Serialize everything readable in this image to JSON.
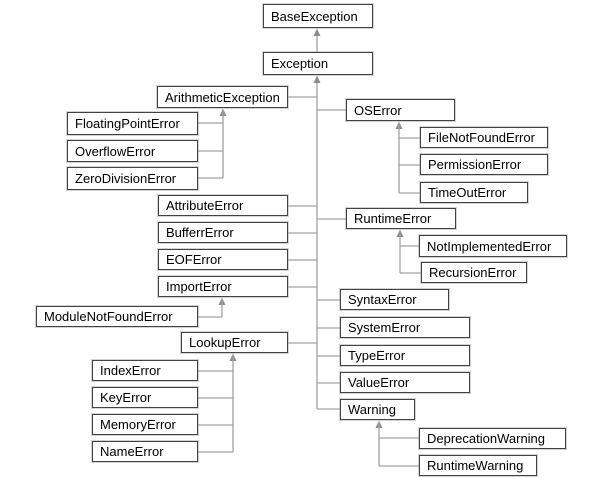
{
  "diagram": {
    "type": "hierarchy",
    "root_label": "BaseException",
    "nodes": [
      {
        "label": "BaseException",
        "parent": null
      },
      {
        "label": "Exception",
        "parent": "BaseException"
      },
      {
        "label": "ArithmeticException",
        "parent": "Exception"
      },
      {
        "label": "FloatingPointError",
        "parent": "ArithmeticException"
      },
      {
        "label": "OverflowError",
        "parent": "ArithmeticException"
      },
      {
        "label": "ZeroDivisionError",
        "parent": "ArithmeticException"
      },
      {
        "label": "OSError",
        "parent": "Exception"
      },
      {
        "label": "FileNotFoundError",
        "parent": "OSError"
      },
      {
        "label": "PermissionError",
        "parent": "OSError"
      },
      {
        "label": "TimeOutError",
        "parent": "OSError"
      },
      {
        "label": "AttributeError",
        "parent": "Exception"
      },
      {
        "label": "BufferrError",
        "parent": "Exception"
      },
      {
        "label": "EOFError",
        "parent": "Exception"
      },
      {
        "label": "ImportError",
        "parent": "Exception"
      },
      {
        "label": "ModuleNotFoundError",
        "parent": "ImportError"
      },
      {
        "label": "RuntimeError",
        "parent": "Exception"
      },
      {
        "label": "NotImplementedError",
        "parent": "RuntimeError"
      },
      {
        "label": "RecursionError",
        "parent": "RuntimeError"
      },
      {
        "label": "LookupError",
        "parent": "Exception"
      },
      {
        "label": "IndexError",
        "parent": "LookupError"
      },
      {
        "label": "KeyError",
        "parent": "LookupError"
      },
      {
        "label": "MemoryError",
        "parent": "LookupError"
      },
      {
        "label": "NameError",
        "parent": "LookupError"
      },
      {
        "label": "SyntaxError",
        "parent": "Exception"
      },
      {
        "label": "SystemError",
        "parent": "Exception"
      },
      {
        "label": "TypeError",
        "parent": "Exception"
      },
      {
        "label": "ValueError",
        "parent": "Exception"
      },
      {
        "label": "Warning",
        "parent": "Exception"
      },
      {
        "label": "DeprecationWarning",
        "parent": "Warning"
      },
      {
        "label": "RuntimeWarning",
        "parent": "Warning"
      }
    ],
    "colors": {
      "background": "#ffffff",
      "box_border": "#424242",
      "connector_line": "#a2a2a2",
      "arrowhead": "#8c8c8c",
      "text": "#000000"
    }
  }
}
